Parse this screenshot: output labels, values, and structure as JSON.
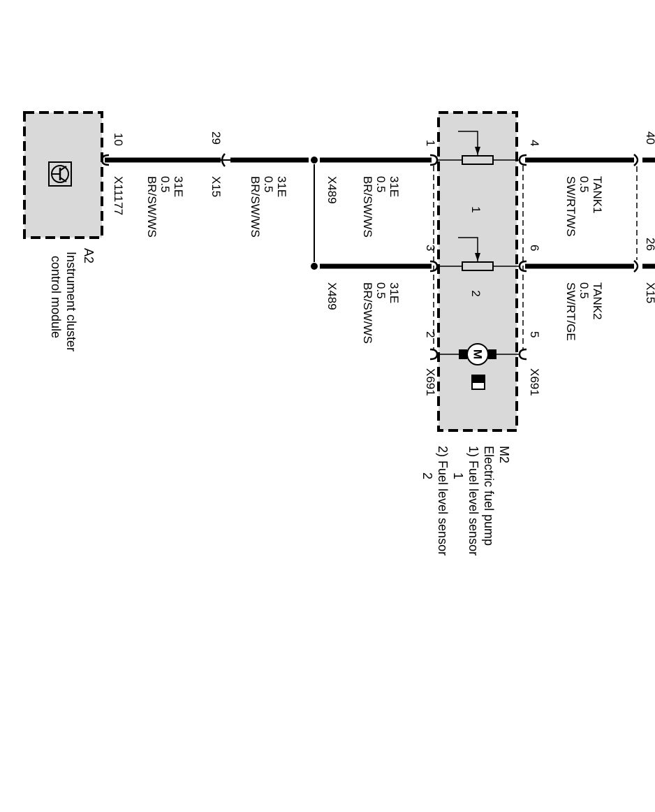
{
  "orientation": "rotated-90-clockwise",
  "components": {
    "a2": {
      "id": "A2",
      "description_line1": "Instrument cluster",
      "description_line2": "control module",
      "pin": "10",
      "connector": "X11177",
      "icon": "transistor-icon"
    },
    "m2": {
      "id": "M2",
      "description": "Electric fuel pump",
      "note1_line1": "1) Fuel level sensor",
      "note1_line2": "1",
      "note2_line1": "2) Fuel level sensor",
      "note2_line2": "2",
      "sensor1_label": "1",
      "sensor2_label": "2",
      "motor_label": "M",
      "pins": {
        "p1": "1",
        "p2": "2",
        "p3": "3",
        "p4": "4",
        "p5": "5",
        "p6": "6"
      },
      "connector_left": "X691",
      "connector_right": "X691"
    }
  },
  "connectors": {
    "x15_top_pin": "29",
    "x15_top": "X15",
    "x489_a": "X489",
    "x489_b": "X489",
    "right_pin_top": "40",
    "right_pin_bottom": "26",
    "right_connector": "X15"
  },
  "wires": {
    "w1": {
      "signal": "31E",
      "gauge": "0.5",
      "color": "BR/SW/WS"
    },
    "w2": {
      "signal": "31E",
      "gauge": "0.5",
      "color": "BR/SW/WS"
    },
    "w3": {
      "signal": "31E",
      "gauge": "0.5",
      "color": "BR/SW/WS"
    },
    "w4": {
      "signal": "31E",
      "gauge": "0.5",
      "color": "BR/SW/WS"
    },
    "tank1": {
      "signal": "TANK1",
      "gauge": "0.5",
      "color": "SW/RT/WS"
    },
    "tank2": {
      "signal": "TANK2",
      "gauge": "0.5",
      "color": "SW/RT/GE"
    }
  },
  "colors": {
    "component_fill": "#d9d9d9",
    "line": "#000000",
    "background": "#ffffff"
  }
}
